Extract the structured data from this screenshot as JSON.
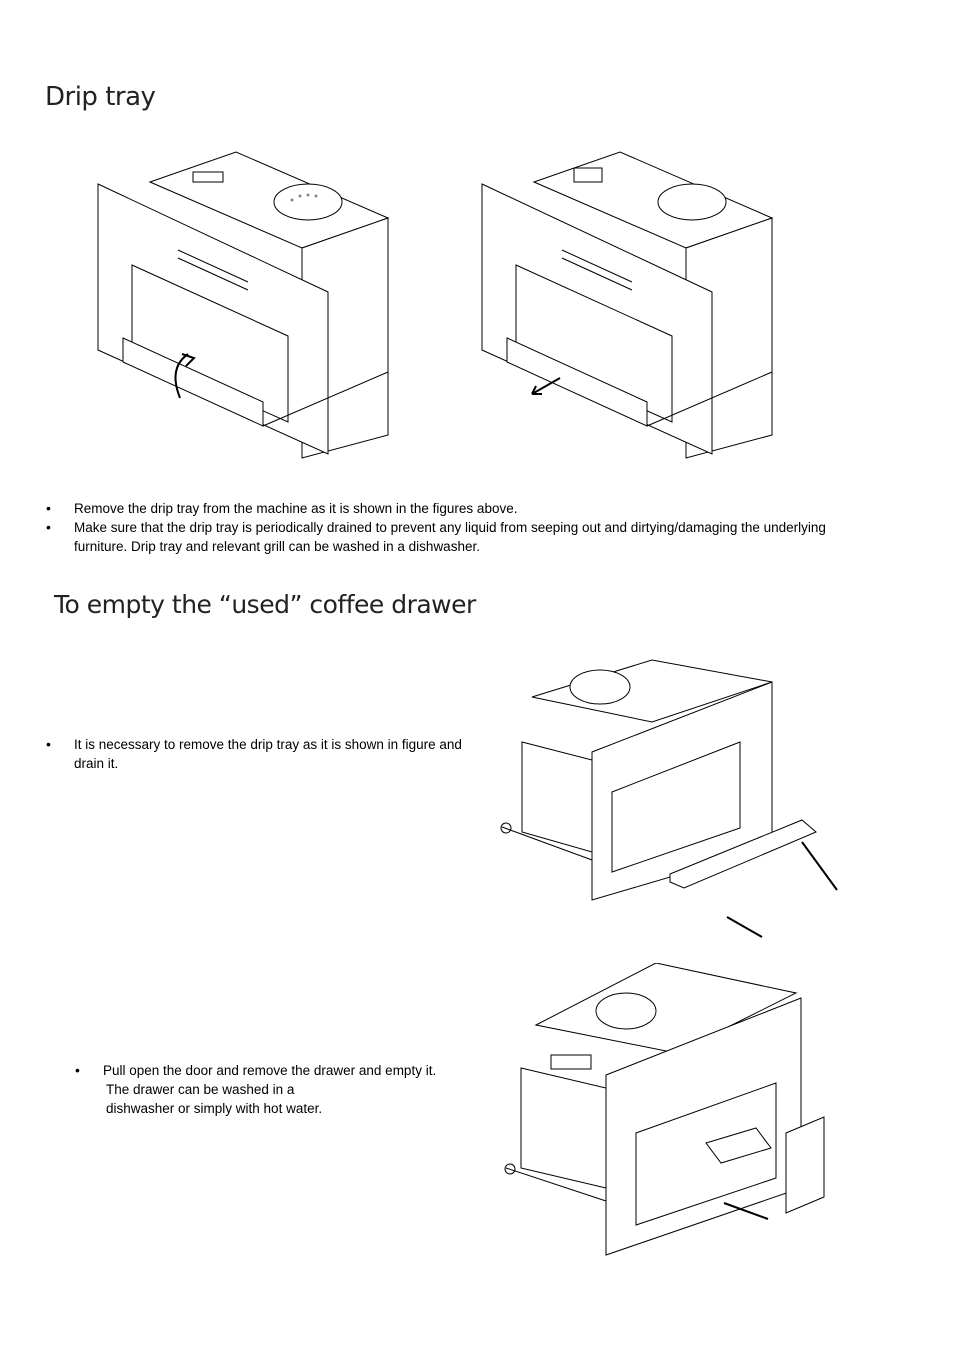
{
  "section1": {
    "title": "Drip tray",
    "bullets": [
      "Remove the drip tray from the machine as it is shown in the figures above.",
      "Make sure that the drip tray is periodically drained to prevent any liquid from seeping out and dirtying/damaging the underlying furniture. Drip tray and relevant grill can be washed in a dishwasher."
    ]
  },
  "section2": {
    "title": "To empty the “used” coffee drawer",
    "bullet_a": "It is necessary to remove the drip tray as it is shown in figure and drain it.",
    "bullet_b": {
      "line1": "Pull open the door and remove the drawer and empty it.",
      "line2": "The drawer can be washed in a",
      "line3": "dishwasher or simply with hot water."
    }
  }
}
